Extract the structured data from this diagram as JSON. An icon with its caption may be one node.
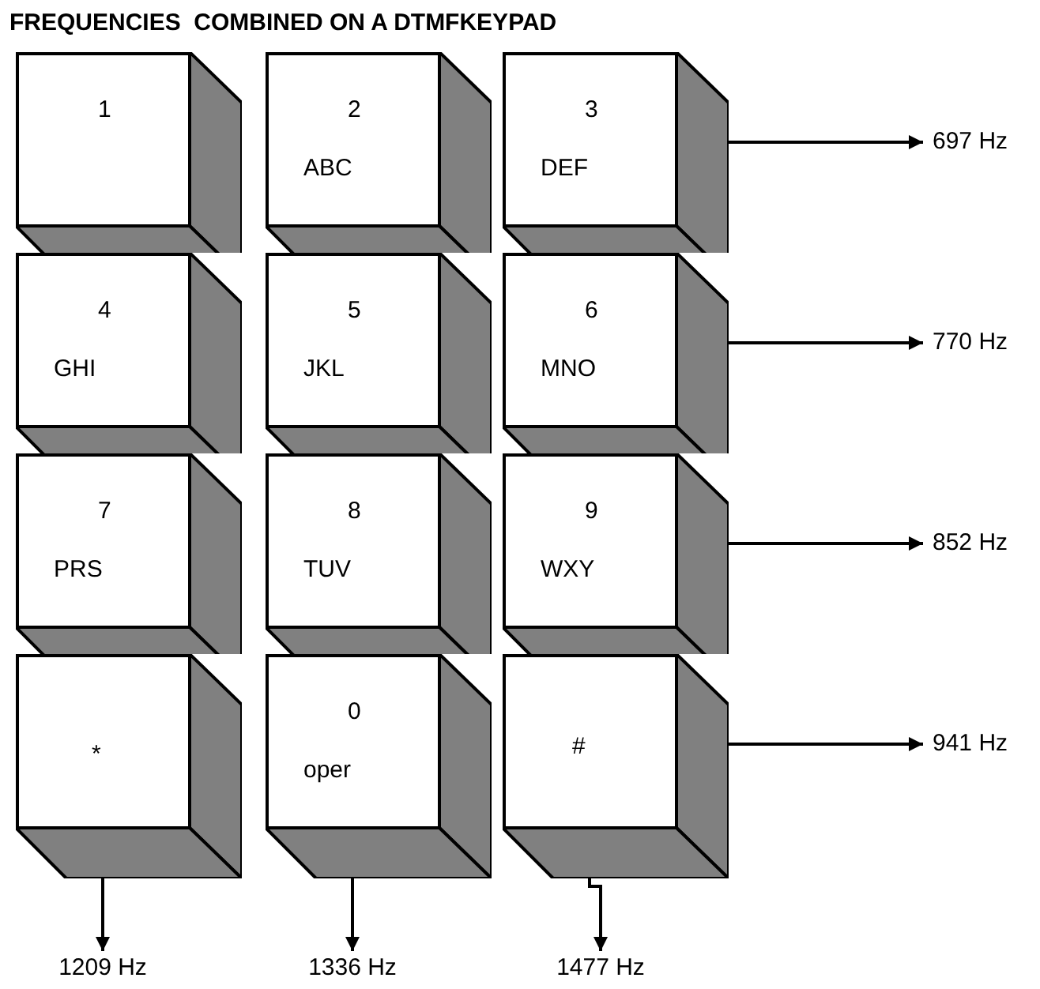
{
  "diagram": {
    "title": "FREQUENCIES  COMBINED ON A DTMFKEYPAD",
    "nodes": [
      {
        "text": [
          "1"
        ]
      },
      {
        "text": [
          "2",
          "ABC"
        ]
      },
      {
        "text": [
          "3",
          "DEF"
        ]
      },
      {
        "text": [
          "697 Hz"
        ]
      },
      {
        "text": [
          "4",
          "GHI"
        ]
      },
      {
        "text": [
          "5",
          "JKL"
        ]
      },
      {
        "text": [
          "6",
          "MNO"
        ]
      },
      {
        "text": [
          "770 Hz"
        ]
      },
      {
        "text": [
          "7",
          "PRS"
        ]
      },
      {
        "text": [
          "8",
          "TUV"
        ]
      },
      {
        "text": [
          "9",
          "WXY"
        ]
      },
      {
        "text": [
          "852 Hz"
        ]
      },
      {
        "text": [
          "*"
        ]
      },
      {
        "text": [
          "0",
          "oper"
        ]
      },
      {
        "text": [
          "#"
        ]
      },
      {
        "text": [
          "941 Hz"
        ]
      },
      {
        "text": [
          "1209 Hz"
        ]
      },
      {
        "text": [
          "1336 Hz"
        ]
      },
      {
        "text": [
          "1477 Hz"
        ]
      }
    ],
    "edges": [
      {
        "from": 2,
        "to": 3,
        "arrow": "to"
      },
      {
        "from": 6,
        "to": 7,
        "arrow": "to"
      },
      {
        "from": 10,
        "to": 11,
        "arrow": "to"
      },
      {
        "from": 14,
        "to": 15,
        "arrow": "to"
      },
      {
        "from": 12,
        "to": 16,
        "arrow": "to"
      },
      {
        "from": 13,
        "to": 17,
        "arrow": "to"
      },
      {
        "from": 14,
        "to": 18,
        "arrow": "to"
      }
    ]
  }
}
